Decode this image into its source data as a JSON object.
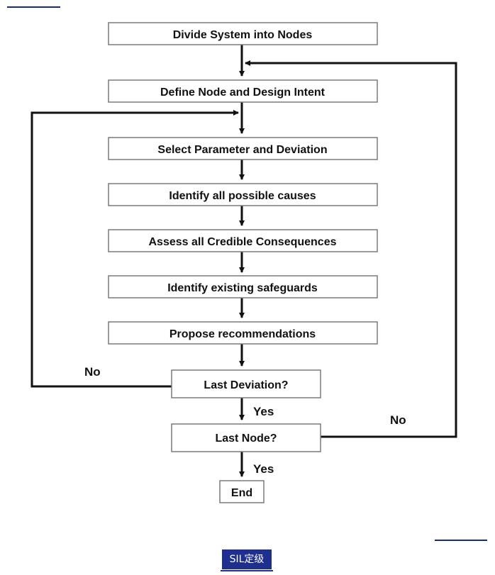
{
  "nodes": {
    "divide": "Divide System into Nodes",
    "define": "Define Node and Design Intent",
    "select": "Select Parameter and Deviation",
    "causes": "Identify all possible causes",
    "consequences": "Assess all Credible Consequences",
    "safeguards": "Identify existing safeguards",
    "recommend": "Propose recommendations",
    "last_deviation": "Last Deviation?",
    "last_node": "Last Node?",
    "end": "End"
  },
  "edges": {
    "deviation_no": "No",
    "deviation_yes": "Yes",
    "node_no": "No",
    "node_yes": "Yes"
  },
  "footer_tag": "SIL定级",
  "colors": {
    "line": "#111111",
    "box_border": "#7a7a7a",
    "tag_bg": "#1e2f8f"
  }
}
